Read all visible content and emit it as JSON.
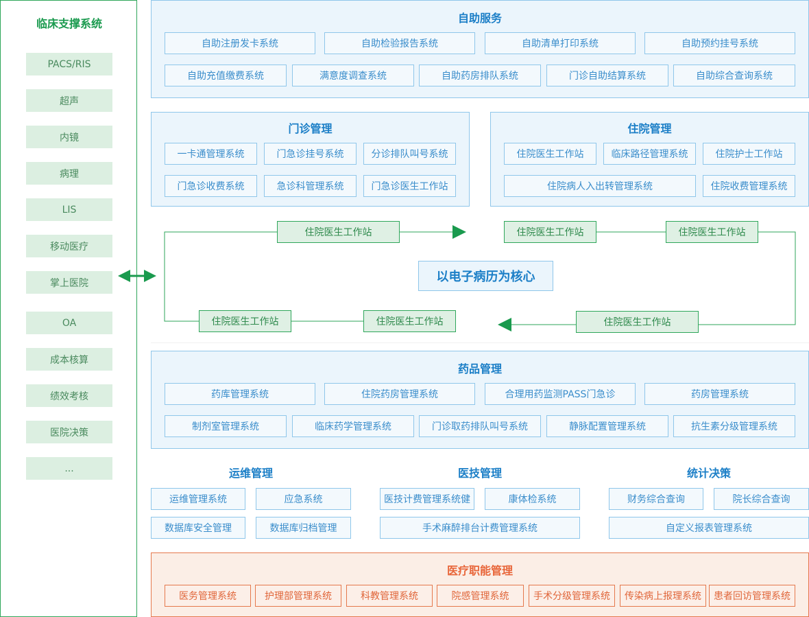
{
  "left_panel": {
    "title": "临床支撑系统",
    "items": [
      "PACS/RIS",
      "超声",
      "内镜",
      "病理",
      "LIS",
      "移动医疗",
      "掌上医院",
      "OA",
      "成本核算",
      "绩效考核",
      "医院决策",
      "..."
    ]
  },
  "self_service": {
    "title": "自助服务",
    "row1": [
      "自助注册发卡系统",
      "自助检验报告系统",
      "自助清单打印系统",
      "自助预约挂号系统"
    ],
    "row2": [
      "自助充值缴费系统",
      "满意度调查系统",
      "自助药房排队系统",
      "门诊自助结算系统",
      "自助综合查询系统"
    ]
  },
  "outpatient": {
    "title": "门诊管理",
    "row1": [
      "一卡通管理系统",
      "门急诊挂号系统",
      "分诊排队叫号系统"
    ],
    "row2": [
      "门急诊收费系统",
      "急诊科管理系统",
      "门急诊医生工作站"
    ]
  },
  "inpatient": {
    "title": "住院管理",
    "row1": [
      "住院医生工作站",
      "临床路径管理系统",
      "住院护士工作站"
    ],
    "row2": [
      "住院病人入出转管理系统",
      "住院收费管理系统"
    ]
  },
  "flow": {
    "core": "以电子病历为核心",
    "top_left": "住院医生工作站",
    "top_mid": "住院医生工作站",
    "top_right": "住院医生工作站",
    "bottom_left": "住院医生工作站",
    "bottom_mid": "住院医生工作站",
    "bottom_right": "住院医生工作站"
  },
  "drug": {
    "title": "药品管理",
    "row1": [
      "药库管理系统",
      "住院药房管理系统",
      "合理用药监测PASS门急诊",
      "药房管理系统"
    ],
    "row2": [
      "制剂室管理系统",
      "临床药学管理系统",
      "门诊取药排队叫号系统",
      "静脉配置管理系统",
      "抗生素分级管理系统"
    ]
  },
  "ops": {
    "title": "运维管理",
    "items": [
      "运维管理系统",
      "应急系统",
      "数据库安全管理",
      "数据库归档管理"
    ]
  },
  "medtech": {
    "title": "医技管理",
    "items": [
      "医技计费管理系统健",
      "康体检系统",
      "手术麻醉排台计费管理系统"
    ]
  },
  "stats": {
    "title": "统计决策",
    "items": [
      "财务综合查询",
      "院长综合查询",
      "自定义报表管理系统"
    ]
  },
  "medical": {
    "title": "医疗职能管理",
    "items": [
      "医务管理系统",
      "护理部管理系统",
      "科教管理系统",
      "院感管理系统",
      "手术分级管理系统",
      "传染病上报理系统",
      "患者回访管理系统"
    ]
  },
  "colors": {
    "green": "#2ea65a",
    "blue": "#1c7fc7",
    "orange": "#e8663a"
  }
}
